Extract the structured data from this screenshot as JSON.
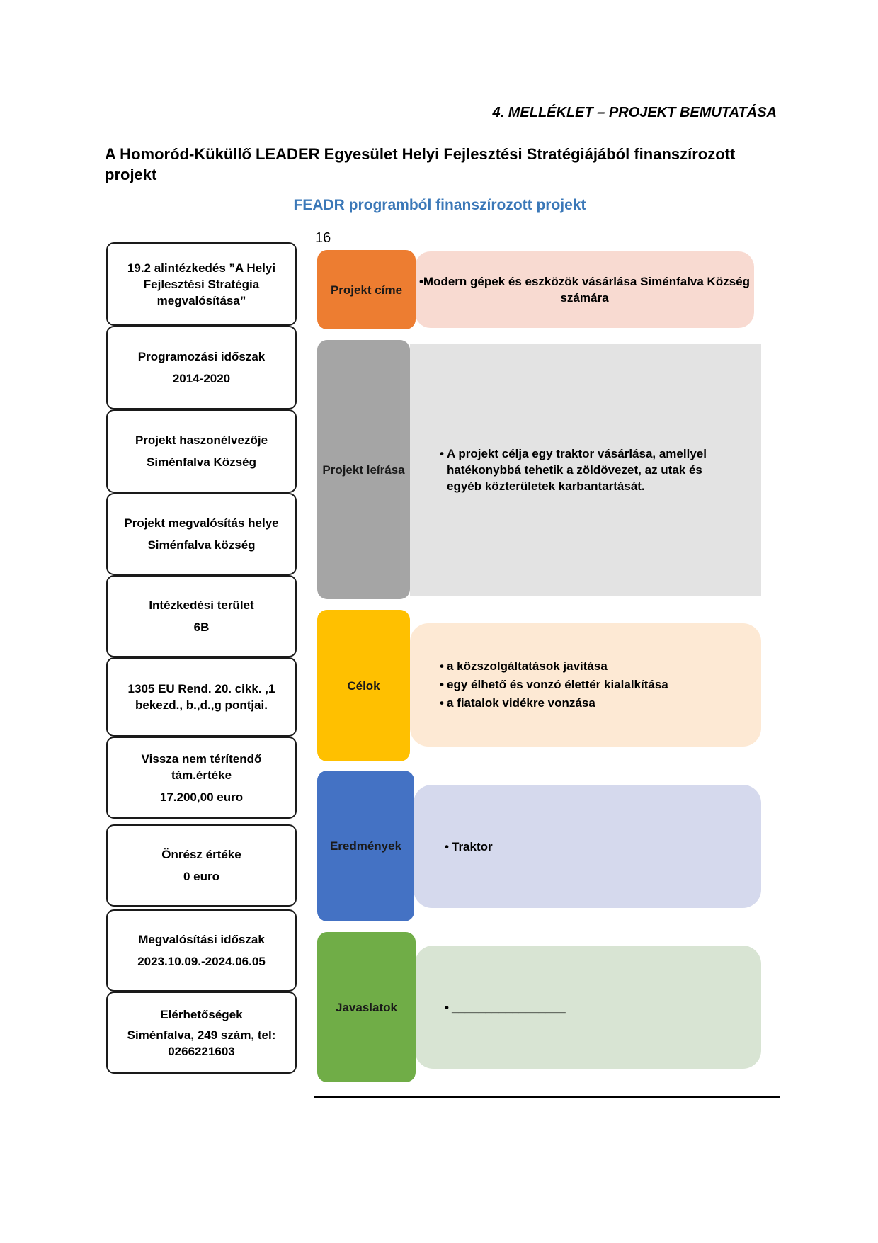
{
  "header": {
    "annex": "4. MELLÉKLET – PROJEKT BEMUTATÁSA",
    "title": "A Homoród-Küküllő LEADER Egyesület Helyi Fejlesztési Stratégiájából finanszírozott projekt",
    "subtitle": "FEADR programból finanszírozott projekt",
    "page_number": "16"
  },
  "left_boxes": [
    {
      "title": "19.2 alintézkedés ”A Helyi Fejlesztési Stratégia megvalósítása”",
      "value": ""
    },
    {
      "title": "Programozási időszak",
      "value": "2014-2020"
    },
    {
      "title": "Projekt haszonélvezője",
      "value": "Siménfalva Község"
    },
    {
      "title": "Projekt megvalósítás helye",
      "value": "Siménfalva község"
    },
    {
      "title": "Intézkedési terület",
      "value": "6B"
    },
    {
      "title": "1305 EU Rend.  20. cikk. ,1 bekezd.,  b.,d.,g pontjai.",
      "value": ""
    },
    {
      "title": "Vissza nem térítendő tám.értéke",
      "value": "17.200,00 euro"
    },
    {
      "title": "Önrész értéke",
      "value": "0 euro"
    },
    {
      "title": "Megvalósítási időszak",
      "value": "2023.10.09.-2024.06.05"
    },
    {
      "title": "Elérhetőségek",
      "value": "Siménfalva, 249 szám, tel: 0266221603"
    }
  ],
  "sections": {
    "title": {
      "label": "Projekt címe",
      "items": [
        "Modern gépek és eszközök vásárlása Siménfalva Község számára"
      ],
      "label_color": "#ed7d31",
      "panel_color": "#f8dad1"
    },
    "description": {
      "label": "Projekt leírása",
      "items": [
        "A projekt célja egy traktor vásárlása, amellyel hatékonybbá tehetik a zöldövezet, az utak és egyéb közterületek karbantartását."
      ],
      "label_color": "#a5a5a5",
      "panel_color": "#e3e3e3"
    },
    "goals": {
      "label": "Célok",
      "items": [
        "a közszolgáltatások javítása",
        "egy élhető és vonzó élettér kialalkítása",
        "a fiatalok vidékre vonzása"
      ],
      "label_color": "#ffc000",
      "panel_color": "#fde9d4"
    },
    "results": {
      "label": "Eredmények",
      "items": [
        "Traktor"
      ],
      "label_color": "#4472c4",
      "panel_color": "#d5d9ed"
    },
    "suggestions": {
      "label": "Javaslatok",
      "items": [
        " _________________"
      ],
      "label_color": "#70ad47",
      "panel_color": "#d8e4d3"
    }
  }
}
